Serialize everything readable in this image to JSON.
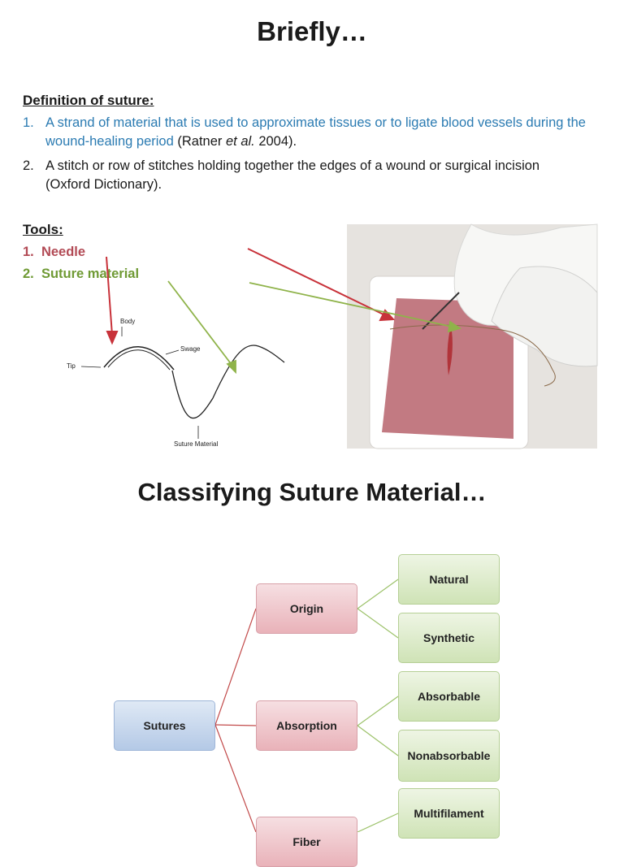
{
  "title": "Briefly…",
  "definition": {
    "heading": "Definition of suture:",
    "items": [
      {
        "num": "1.",
        "text": "A strand of material that is used to approximate tissues or to ligate blood vessels during the wound-healing period",
        "citation_pre": " (Ratner ",
        "citation_em": "et al.",
        "citation_post": " 2004)."
      },
      {
        "num": "2.",
        "text": "A stitch or row of stitches holding together the edges of a wound or surgical incision (Oxford Dictionary)."
      }
    ]
  },
  "tools": {
    "heading": "Tools:",
    "items": [
      {
        "num": "1.",
        "label": "Needle"
      },
      {
        "num": "2.",
        "label": "Suture material"
      }
    ]
  },
  "needle_diagram": {
    "labels": {
      "body": "Body",
      "swage": "Swage",
      "tip": "Tip",
      "suture_material": "Suture Material"
    }
  },
  "classification": {
    "title": "Classifying Suture Material…",
    "root": "Sutures",
    "branches": [
      {
        "label": "Origin",
        "children": [
          "Natural",
          "Synthetic"
        ]
      },
      {
        "label": "Absorption",
        "children": [
          "Absorbable",
          "Nonabsorbable"
        ]
      },
      {
        "label": "Fiber",
        "children": [
          "Multifilament"
        ]
      }
    ]
  },
  "colors": {
    "definition_blue": "#2b7bb2",
    "needle_red": "#b24a55",
    "suture_green": "#6f9a34",
    "root_box": "#b4c9e6",
    "branch_box": "#e9b2b9",
    "leaf_box": "#cfe3b6"
  }
}
